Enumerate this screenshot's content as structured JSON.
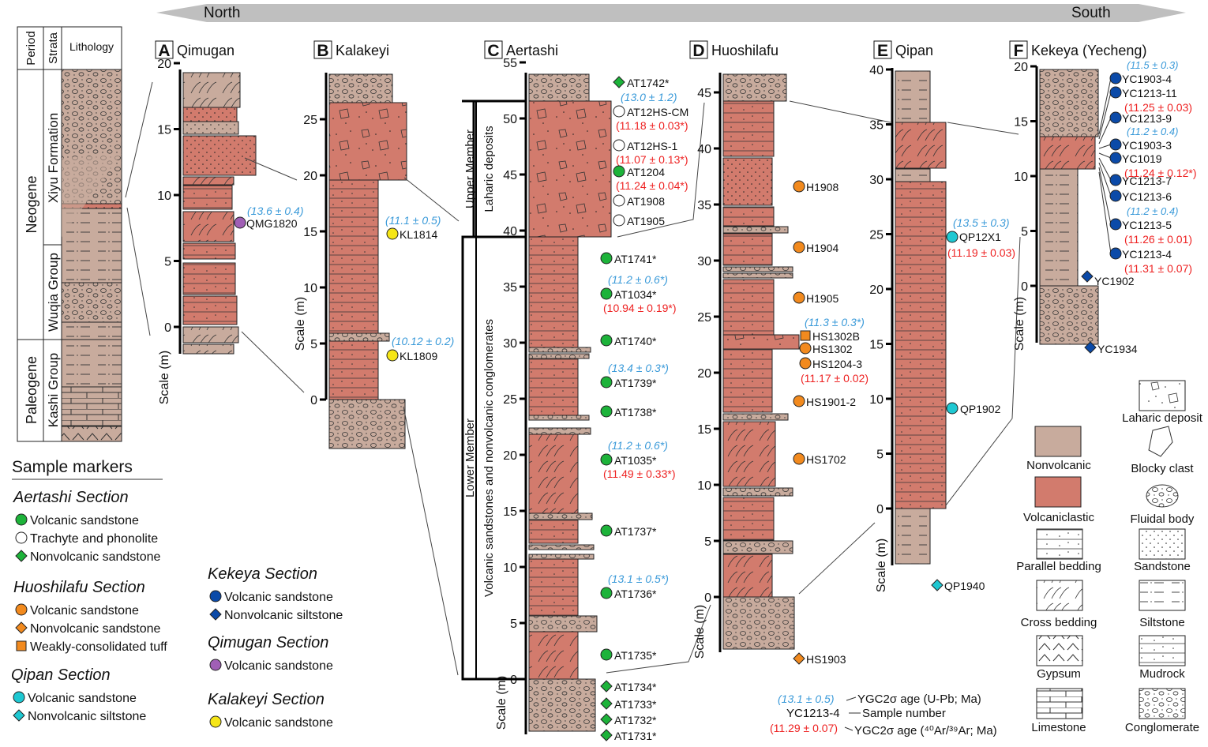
{
  "direction_arrow": {
    "left_label": "North",
    "right_label": "South"
  },
  "colors": {
    "nonvolcanic": "#c8ab9d",
    "volcaniclastic": "#d27b6d",
    "uPb_age": "#3a9ad9",
    "ArAr_age": "#ee2222",
    "aertashi_marker": "#1db33a",
    "huoshilafu_marker": "#f28a1e",
    "qipan_marker": "#1ec8d2",
    "kekeya_marker": "#0b4aa8",
    "qimugan_marker": "#a05fb5",
    "kalakeyi_marker": "#f6e616",
    "arrow": "#bfbfbf"
  },
  "strat_table": {
    "headers": [
      "Period",
      "Strata",
      "Lithology"
    ],
    "periods": [
      "Neogene",
      "Paleogene"
    ],
    "strata": [
      "Xiyu Formation",
      "Wuqia Group",
      "Kashi Group"
    ]
  },
  "sections": [
    {
      "letter": "A",
      "name": "Qimugan",
      "axis_label": "Scale (m)",
      "ticks": [
        "0",
        "5",
        "10",
        "15",
        "20"
      ],
      "samples": [
        {
          "id": "QMG1820",
          "marker": "circle",
          "uPb": "(13.6 ± 0.4)"
        }
      ]
    },
    {
      "letter": "B",
      "name": "Kalakeyi",
      "axis_label": "Scale (m)",
      "ticks": [
        "0",
        "5",
        "10",
        "15",
        "20",
        "25"
      ],
      "samples": [
        {
          "id": "KL1814",
          "marker": "circle",
          "uPb": "(11.1 ± 0.5)"
        },
        {
          "id": "KL1809",
          "marker": "circle",
          "uPb": "(10.12 ± 0.2)"
        }
      ]
    },
    {
      "letter": "C",
      "name": "Aertashi",
      "axis_label": "Scale (m)",
      "ticks": [
        "0",
        "5",
        "10",
        "15",
        "20",
        "25",
        "30",
        "35",
        "40",
        "45",
        "50",
        "55"
      ],
      "members": {
        "upper": "Upper Member",
        "upper_sub": "Laharic deposits",
        "lower": "Lower Member",
        "lower_sub": "Volcanic sandstones and nonvolcanic conglomerates"
      },
      "samples": [
        {
          "id": "AT1742*",
          "marker": "diamond"
        },
        {
          "id": "AT12HS-CM",
          "marker": "open-circle",
          "uPb": "(13.0 ± 1.2)",
          "ArAr": "(11.18 ± 0.03*)"
        },
        {
          "id": "AT12HS-1",
          "marker": "open-circle",
          "ArAr": "(11.07 ± 0.13*)"
        },
        {
          "id": "AT1204",
          "marker": "circle",
          "ArAr": "(11.24 ± 0.04*)"
        },
        {
          "id": "AT1908",
          "marker": "open-circle"
        },
        {
          "id": "AT1905",
          "marker": "open-circle"
        },
        {
          "id": "AT1741*",
          "marker": "circle"
        },
        {
          "id": "AT1034*",
          "marker": "circle",
          "uPb": "(11.2 ± 0.6*)",
          "ArAr": "(10.94 ± 0.19*)"
        },
        {
          "id": "AT1740*",
          "marker": "circle"
        },
        {
          "id": "AT1739*",
          "marker": "circle",
          "uPb": "(13.4 ± 0.3*)"
        },
        {
          "id": "AT1738*",
          "marker": "circle"
        },
        {
          "id": "AT1035*",
          "marker": "circle",
          "uPb": "(11.2 ± 0.6*)",
          "ArAr": "(11.49 ± 0.33*)"
        },
        {
          "id": "AT1737*",
          "marker": "circle"
        },
        {
          "id": "AT1736*",
          "marker": "circle",
          "uPb": "(13.1 ± 0.5*)"
        },
        {
          "id": "AT1735*",
          "marker": "circle"
        },
        {
          "id": "AT1734*",
          "marker": "diamond"
        },
        {
          "id": "AT1733*",
          "marker": "diamond"
        },
        {
          "id": "AT1732*",
          "marker": "diamond"
        },
        {
          "id": "AT1731*",
          "marker": "diamond"
        }
      ]
    },
    {
      "letter": "D",
      "name": "Huoshilafu",
      "axis_label": "Scale (m)",
      "ticks": [
        "0",
        "5",
        "10",
        "15",
        "20",
        "25",
        "30",
        "35",
        "40",
        "45"
      ],
      "samples": [
        {
          "id": "H1908",
          "marker": "circle"
        },
        {
          "id": "H1904",
          "marker": "circle"
        },
        {
          "id": "H1905",
          "marker": "circle"
        },
        {
          "id": "HS1302B",
          "marker": "square",
          "uPb": "(11.3 ± 0.3*)"
        },
        {
          "id": "HS1302",
          "marker": "circle"
        },
        {
          "id": "HS1204-3",
          "marker": "circle",
          "ArAr": "(11.17 ± 0.02)"
        },
        {
          "id": "HS1901-2",
          "marker": "circle"
        },
        {
          "id": "HS1702",
          "marker": "circle"
        },
        {
          "id": "HS1903",
          "marker": "diamond"
        }
      ]
    },
    {
      "letter": "E",
      "name": "Qipan",
      "axis_label": "Scale (m)",
      "ticks": [
        "0",
        "5",
        "10",
        "15",
        "20",
        "25",
        "30",
        "35",
        "40"
      ],
      "samples": [
        {
          "id": "QP12X1",
          "marker": "circle",
          "uPb": "(13.5 ± 0.3)",
          "ArAr": "(11.19 ± 0.03)"
        },
        {
          "id": "QP1902",
          "marker": "circle"
        },
        {
          "id": "QP1940",
          "marker": "diamond"
        }
      ]
    },
    {
      "letter": "F",
      "name": "Kekeya (Yecheng)",
      "axis_label": "Scale (m)",
      "ticks": [
        "0",
        "5",
        "10",
        "15",
        "20"
      ],
      "samples": [
        {
          "id": "YC1903-4",
          "marker": "circle",
          "uPb": "(11.5 ± 0.3)"
        },
        {
          "id": "YC1213-11",
          "marker": "circle",
          "ArAr": "(11.25 ± 0.03)"
        },
        {
          "id": "YC1213-9",
          "marker": "circle"
        },
        {
          "id": "YC1903-3",
          "marker": "circle",
          "uPb": "(11.2 ± 0.4)"
        },
        {
          "id": "YC1019",
          "marker": "circle",
          "ArAr": "(11.24 ± 0.12*)"
        },
        {
          "id": "YC1213-7",
          "marker": "circle"
        },
        {
          "id": "YC1213-6",
          "marker": "circle"
        },
        {
          "id": "YC1213-5",
          "marker": "circle",
          "uPb": "(11.2 ± 0.4)",
          "ArAr": "(11.26 ± 0.01)"
        },
        {
          "id": "YC1213-4",
          "marker": "circle",
          "ArAr": "(11.31 ± 0.07)"
        },
        {
          "id": "YC1902",
          "marker": "diamond"
        },
        {
          "id": "YC1934",
          "marker": "diamond"
        }
      ]
    }
  ],
  "sample_markers": {
    "title": "Sample markers",
    "groups": [
      {
        "section": "Aertashi Section",
        "items": [
          "Volcanic sandstone",
          "Trachyte and phonolite",
          "Nonvolcanic sandstone"
        ]
      },
      {
        "section": "Huoshilafu Section",
        "items": [
          "Volcanic sandstone",
          "Nonvolcanic sandstone",
          "Weakly-consolidated tuff"
        ]
      },
      {
        "section": "Qipan Section",
        "items": [
          "Volcanic sandstone",
          "Nonvolcanic siltstone"
        ]
      },
      {
        "section": "Kekeya Section",
        "items": [
          "Volcanic sandstone",
          "Nonvolcanic siltstone"
        ]
      },
      {
        "section": "Qimugan Section",
        "items": [
          "Volcanic sandstone"
        ]
      },
      {
        "section": "Kalakeyi Section",
        "items": [
          "Volcanic sandstone"
        ]
      }
    ]
  },
  "age_key": {
    "uPb_example": "(13.1 ± 0.5)",
    "uPb_label": "YGC2σ age (U-Pb; Ma)",
    "sample_example": "YC1213-4",
    "sample_label": "Sample number",
    "ArAr_example": "(11.29 ± 0.07)",
    "ArAr_label": "YGC2σ age (⁴⁰Ar/³⁹Ar; Ma)"
  },
  "lithology_legend": [
    "Laharic deposit",
    "Nonvolcanic",
    "Blocky clast",
    "Volcaniclastic",
    "Fluidal body",
    "Parallel bedding",
    "Sandstone",
    "Cross bedding",
    "Siltstone",
    "Gypsum",
    "Mudrock",
    "Limestone",
    "Conglomerate"
  ]
}
